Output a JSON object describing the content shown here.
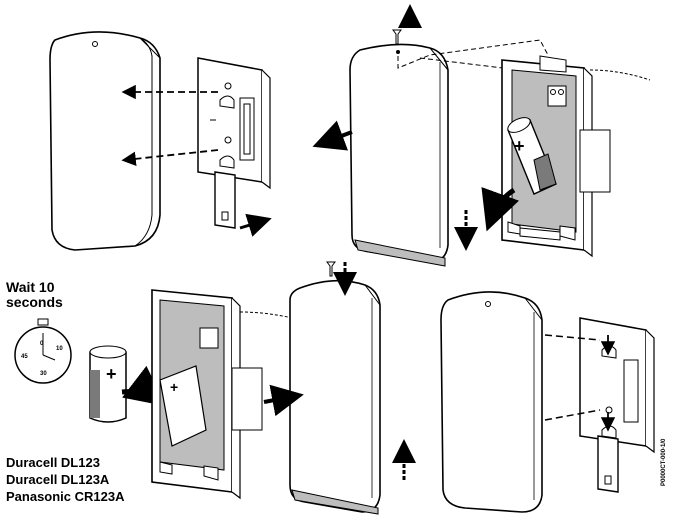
{
  "instruction": {
    "wait_line1": "Wait 10",
    "wait_line2": "seconds"
  },
  "timer": {
    "marks": [
      "0",
      "10",
      "45",
      "30"
    ]
  },
  "battery": {
    "plus_sign": "+",
    "types": [
      "Duracell DL123",
      "Duracell DL123A",
      "Panasonic CR123A"
    ]
  },
  "document_code": "P0000CT-000-1/0",
  "colors": {
    "line": "#000000",
    "fill": "#ffffff",
    "shade": "#bdbdbd",
    "dark_shade": "#7a7a7a"
  }
}
